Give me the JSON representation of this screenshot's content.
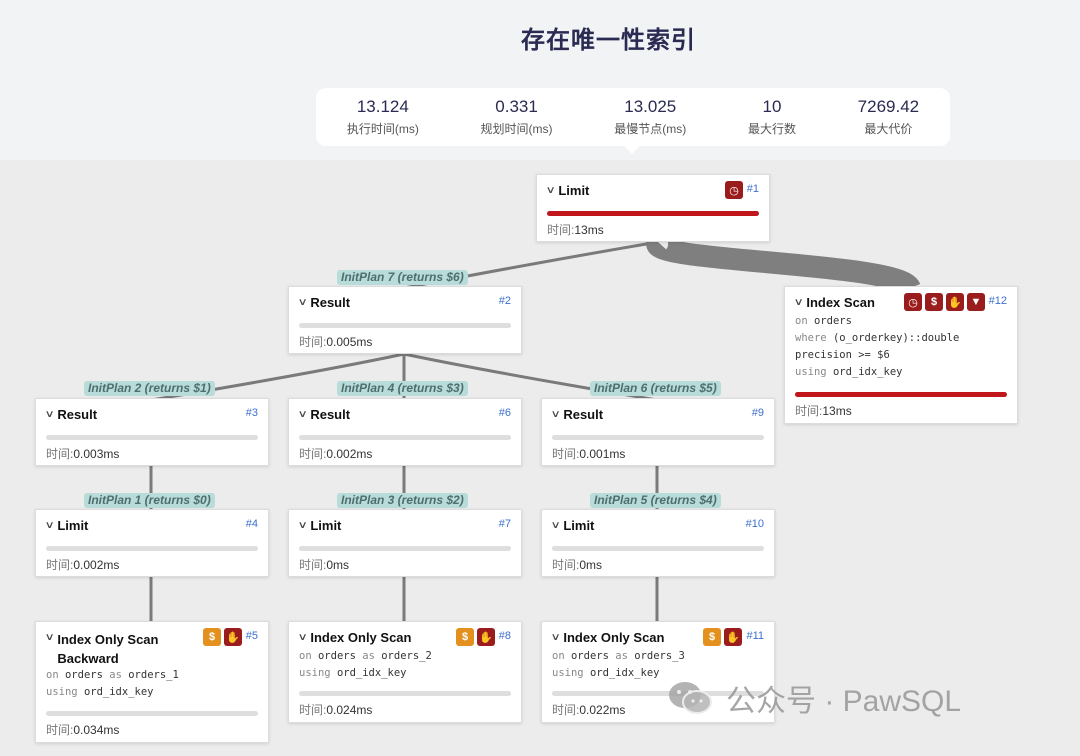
{
  "page": {
    "title": "存在唯一性索引"
  },
  "stats": [
    {
      "value": "13.124",
      "label": "执行时间(ms)"
    },
    {
      "value": "0.331",
      "label": "规划时间(ms)"
    },
    {
      "value": "13.025",
      "label": "最慢节点(ms)"
    },
    {
      "value": "10",
      "label": "最大行数"
    },
    {
      "value": "7269.42",
      "label": "最大代价"
    }
  ],
  "time_label": "时间:",
  "plan_labels": {
    "p7": "InitPlan 7 (returns $6)",
    "p2": "InitPlan 2 (returns $1)",
    "p4": "InitPlan 4 (returns $3)",
    "p6": "InitPlan 6 (returns $5)",
    "p1": "InitPlan 1 (returns $0)",
    "p3": "InitPlan 3 (returns $2)",
    "p5": "InitPlan 5 (returns $4)"
  },
  "nodes": {
    "n1": {
      "name": "Limit",
      "id": "#1",
      "time": "13ms",
      "bar": 1.0,
      "badges": [
        "clock-icon"
      ]
    },
    "n2": {
      "name": "Result",
      "id": "#2",
      "time": "0.005ms",
      "bar": 0.0
    },
    "n3": {
      "name": "Result",
      "id": "#3",
      "time": "0.003ms",
      "bar": 0.0
    },
    "n4": {
      "name": "Limit",
      "id": "#4",
      "time": "0.002ms",
      "bar": 0.0
    },
    "n5": {
      "name": "Index Only Scan",
      "name2": "Backward",
      "id": "#5",
      "time": "0.034ms",
      "bar": 0.0,
      "on_kw": "on",
      "on_val": "orders",
      "as_kw": "as",
      "as_val": "orders_1",
      "using_kw": "using",
      "using_val": "ord_idx_key",
      "badges": [
        "dollar-icon",
        "thumbs-down-icon"
      ]
    },
    "n6": {
      "name": "Result",
      "id": "#6",
      "time": "0.002ms",
      "bar": 0.0
    },
    "n7": {
      "name": "Limit",
      "id": "#7",
      "time": "0ms",
      "bar": 0.0
    },
    "n8": {
      "name": "Index Only Scan",
      "id": "#8",
      "time": "0.024ms",
      "bar": 0.0,
      "on_kw": "on",
      "on_val": "orders",
      "as_kw": "as",
      "as_val": "orders_2",
      "using_kw": "using",
      "using_val": "ord_idx_key",
      "badges": [
        "dollar-icon",
        "thumbs-down-icon"
      ]
    },
    "n9": {
      "name": "Result",
      "id": "#9",
      "time": "0.001ms",
      "bar": 0.0
    },
    "n10": {
      "name": "Limit",
      "id": "#10",
      "time": "0ms",
      "bar": 0.0
    },
    "n11": {
      "name": "Index Only Scan",
      "id": "#11",
      "time": "0.022ms",
      "bar": 0.0,
      "on_kw": "on",
      "on_val": "orders",
      "as_kw": "as",
      "as_val": "orders_3",
      "using_kw": "using",
      "using_val": "ord_idx_key",
      "badges": [
        "dollar-icon",
        "thumbs-down-icon"
      ]
    },
    "n12": {
      "name": "Index Scan",
      "id": "#12",
      "time": "13ms",
      "bar": 1.0,
      "on_kw": "on",
      "on_val": "orders",
      "where_kw": "where",
      "where_val": "(o_orderkey)::double",
      "where_val2": "precision >= $6",
      "using_kw": "using",
      "using_val": "ord_idx_key",
      "badges": [
        "clock-icon",
        "dollar-icon",
        "thumbs-down-icon",
        "filter-icon"
      ]
    }
  },
  "watermark": {
    "text": "公众号 · PawSQL"
  },
  "colors": {
    "accent_red": "#c0161c",
    "badge_red": "#9b1c1c",
    "badge_orange": "#e3901f",
    "plan_label_bg": "#b7dcd9",
    "id_blue": "#3c6fd0"
  }
}
